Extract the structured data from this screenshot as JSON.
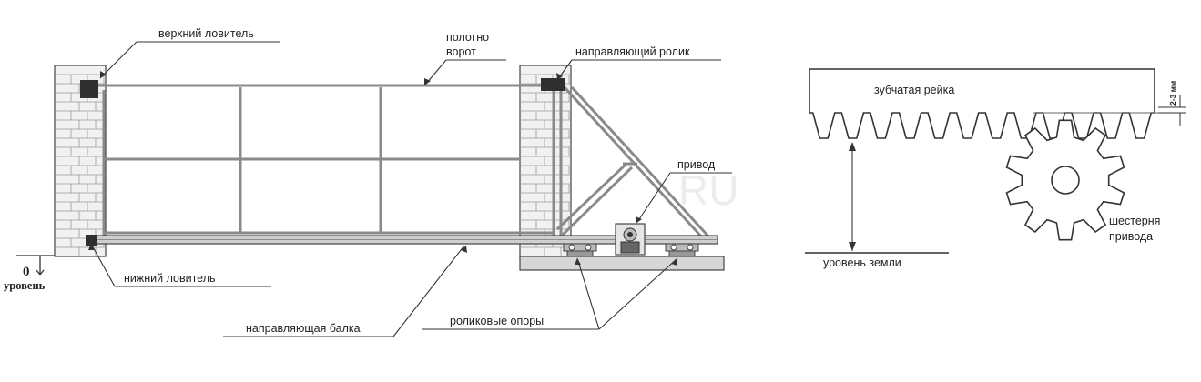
{
  "gate": {
    "labels": {
      "top_catcher": "верхний ловитель",
      "gate_leaf_line1": "полотно",
      "gate_leaf_line2": "ворот",
      "guide_roller": "направляющий ролик",
      "drive": "привод",
      "bottom_catcher": "нижний ловитель",
      "guide_beam": "направляющая балка",
      "roller_supports": "роликовые опоры",
      "level_zero": "0",
      "level_word": "уровень"
    },
    "watermark": "RU"
  },
  "rack": {
    "labels": {
      "rack": "зубчатая рейка",
      "gap": "2-3 мм",
      "pinion_line1": "шестерня",
      "pinion_line2": "привода",
      "ground_level": "уровень земли"
    }
  },
  "colors": {
    "line": "#333333",
    "steel": "#8a8a8a",
    "brick_fill": "#f1f1f1",
    "base_fill": "#d6d6d6"
  }
}
